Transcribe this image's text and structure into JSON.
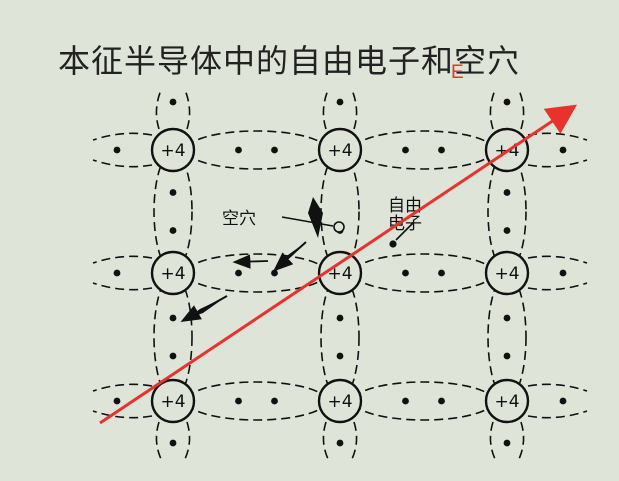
{
  "title": "本征半导体中的自由电子和空穴",
  "field_label": "E",
  "atom_charge": "+4",
  "hole_label": "空穴",
  "free_electron_label": "自由电子",
  "colors": {
    "background": "#dfe4d9",
    "ink": "#111111",
    "field_arrow": "#e8322b"
  }
}
